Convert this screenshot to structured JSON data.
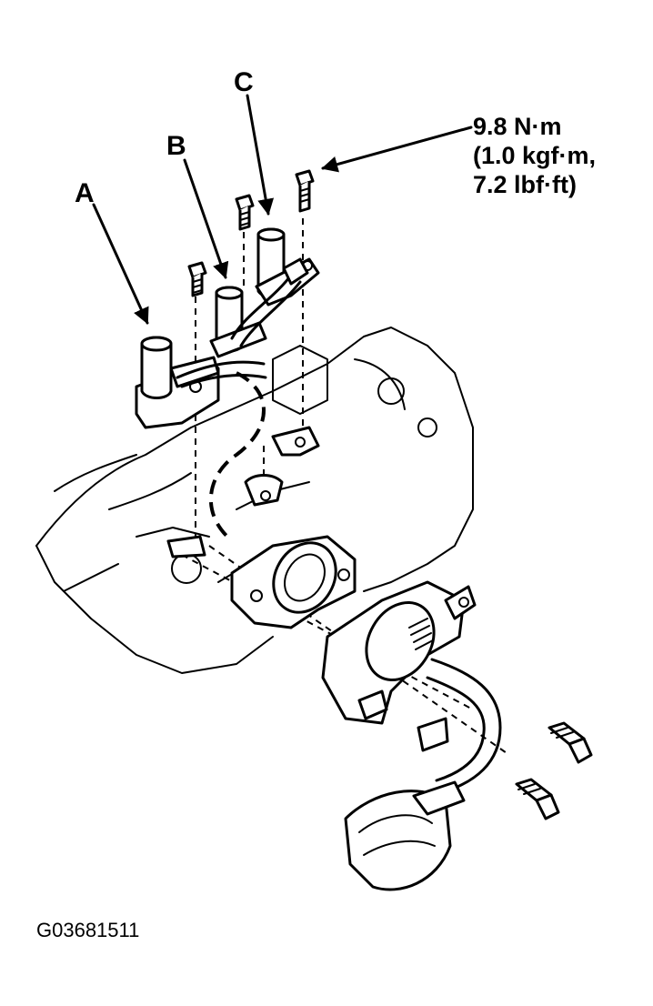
{
  "figure": {
    "callouts": {
      "a": "A",
      "b": "B",
      "c": "C"
    },
    "torque": {
      "line1": "9.8 N·m",
      "line2": "(1.0 kgf·m,",
      "line3": "7.2 lbf·ft)"
    },
    "figure_id": "G03681511"
  }
}
